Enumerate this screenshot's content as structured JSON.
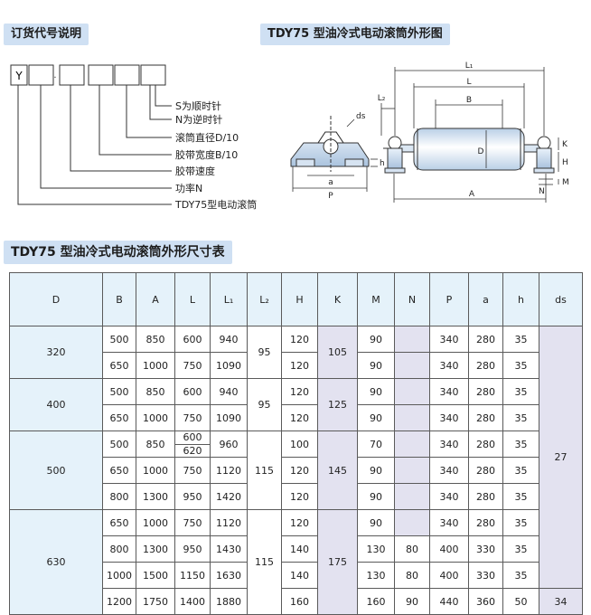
{
  "code_section": {
    "title": "订货代号说明",
    "prefix": "Y",
    "labels": [
      "S为顺时针",
      "N为逆时针",
      "滚筒直径D/10",
      "胶带宽度B/10",
      "胶带速度",
      "功率N",
      "TDY75型电动滚筒"
    ]
  },
  "drawing_section": {
    "title": "TDY75 型油冷式电动滚筒外形图",
    "labels": {
      "L1": "L₁",
      "L": "L",
      "B": "B",
      "L2": "L₂",
      "D": "D",
      "K": "K",
      "H": "H",
      "h": "h",
      "M": "M",
      "N": "N",
      "A": "A",
      "ds": "ds",
      "a": "a",
      "P": "P"
    }
  },
  "table_section": {
    "title": "TDY75 型油冷式电动滚筒外形尺寸表",
    "headers": [
      "D",
      "B",
      "A",
      "L",
      "L₁",
      "L₂",
      "H",
      "K",
      "M",
      "N",
      "P",
      "a",
      "h",
      "ds"
    ],
    "groups": [
      {
        "D": "320",
        "L2": "95",
        "K": "105",
        "rows": [
          {
            "B": "500",
            "A": "850",
            "L": [
              "600"
            ],
            "L1": "940",
            "M": "90",
            "P": "340",
            "a": "280",
            "h": "35"
          },
          {
            "B": "650",
            "A": "1000",
            "L": [
              "750"
            ],
            "L1": "1090",
            "M": "90",
            "P": "340",
            "a": "280",
            "h": "35"
          }
        ]
      },
      {
        "D": "400",
        "L2": "95",
        "K": "125",
        "rows": [
          {
            "B": "500",
            "A": "850",
            "L": [
              "600"
            ],
            "L1": "940",
            "M": "90",
            "P": "340",
            "a": "280",
            "h": "35"
          },
          {
            "B": "650",
            "A": "1000",
            "L": [
              "750"
            ],
            "L1": "1090",
            "M": "90",
            "P": "340",
            "a": "280",
            "h": "35"
          }
        ]
      },
      {
        "D": "500",
        "L2": "115",
        "K": "145",
        "rows": [
          {
            "B": "500",
            "A": "850",
            "L": [
              "600",
              "620"
            ],
            "L1": "960",
            "M": "70",
            "P": "340",
            "a": "280",
            "h": "35"
          },
          {
            "B": "650",
            "A": "1000",
            "L": [
              "750"
            ],
            "L1": "1120",
            "M": "90",
            "P": "340",
            "a": "280",
            "h": "35"
          },
          {
            "B": "800",
            "A": "1300",
            "L": [
              "950"
            ],
            "L1": "1420",
            "M": "90",
            "P": "340",
            "a": "280",
            "h": "35"
          }
        ]
      },
      {
        "D": "630",
        "L2": "115",
        "K": "175",
        "rows": [
          {
            "B": "650",
            "A": "1000",
            "L": [
              "750"
            ],
            "L1": "1120",
            "M": "90",
            "P": "340",
            "a": "280",
            "h": "35"
          },
          {
            "B": "800",
            "A": "1300",
            "L": [
              "950"
            ],
            "L1": "1430",
            "M": "130",
            "N": "80",
            "P": "400",
            "a": "330",
            "h": "35"
          },
          {
            "B": "1000",
            "A": "1500",
            "L": [
              "1150"
            ],
            "L1": "1630",
            "M": "130",
            "N": "80",
            "P": "400",
            "a": "330",
            "h": "35"
          },
          {
            "B": "1200",
            "A": "1750",
            "L": [
              "1400"
            ],
            "L1": "1880",
            "M": "160",
            "N": "90",
            "P": "440",
            "a": "360",
            "h": "50"
          }
        ]
      }
    ],
    "H_cells": [
      {
        "value": "120",
        "rows": 1
      },
      {
        "value": "120",
        "rows": 1
      },
      {
        "value": "120",
        "rows": 1
      },
      {
        "value": "120",
        "rows": 1
      },
      {
        "value": "100",
        "rows": 1
      },
      {
        "value": "120",
        "rows": 1
      },
      {
        "value": "120",
        "rows": 1
      },
      {
        "value": "120",
        "rows": 1
      },
      {
        "value": "140",
        "rows": 1
      },
      {
        "value": "140",
        "rows": 1
      },
      {
        "value": "160",
        "rows": 1
      }
    ],
    "ds_cells": [
      {
        "value": "27",
        "rows": 10
      },
      {
        "value": "34",
        "rows": 1
      }
    ]
  }
}
